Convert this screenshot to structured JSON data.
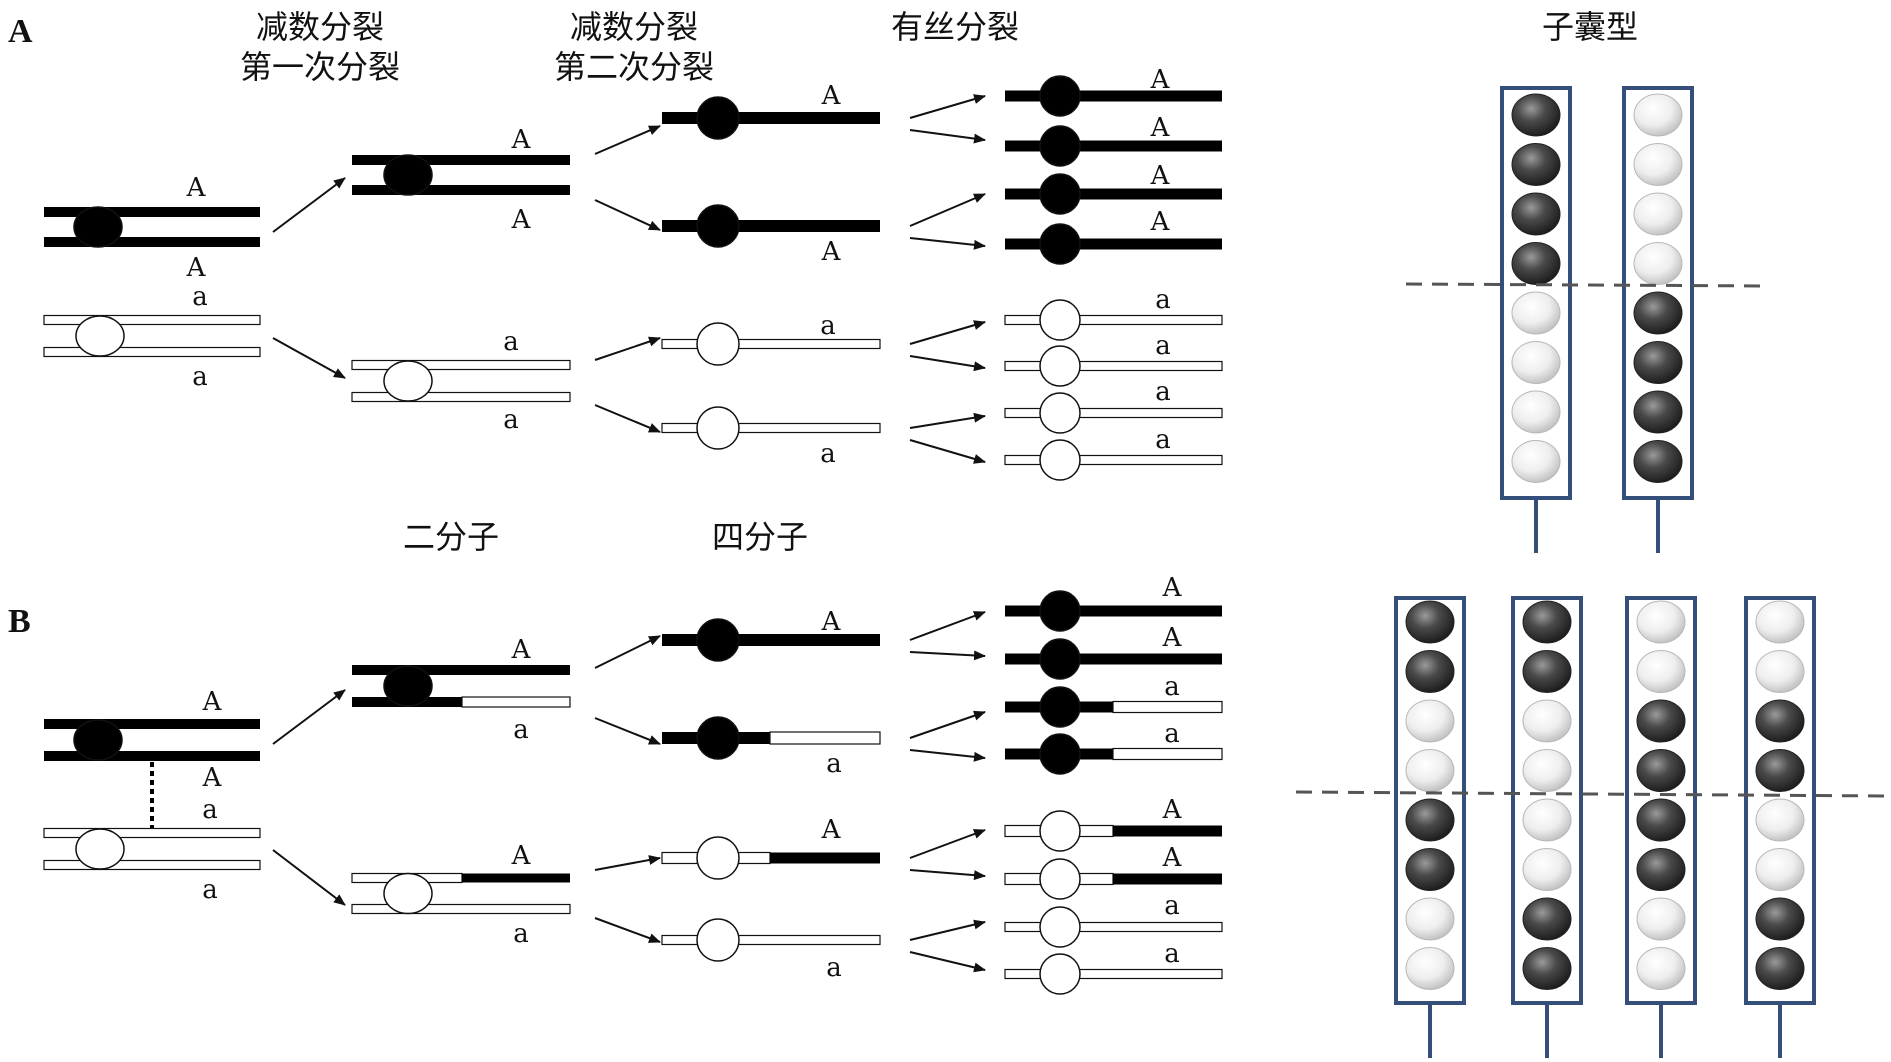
{
  "panels": {
    "a": "A",
    "b": "B"
  },
  "headers": {
    "meiosis1_line1": "减数分裂",
    "meiosis1_line2": "第一次分裂",
    "meiosis2_line1": "减数分裂",
    "meiosis2_line2": "第二次分裂",
    "mitosis": "有丝分裂",
    "ascus": "子囊型",
    "dyad": "二分子",
    "tetrad": "四分子"
  },
  "alleles": {
    "dominant": "A",
    "recessive": "a"
  },
  "colors": {
    "dark_spore": "#3d3d3d",
    "light_spore": "#f2f2f2",
    "ascus_border": "#34507a",
    "dashed": "#555555"
  },
  "ascus_a": [
    [
      "dark",
      "dark",
      "dark",
      "dark",
      "light",
      "light",
      "light",
      "light"
    ],
    [
      "light",
      "light",
      "light",
      "light",
      "dark",
      "dark",
      "dark",
      "dark"
    ]
  ],
  "ascus_b": [
    [
      "dark",
      "dark",
      "light",
      "light",
      "dark",
      "dark",
      "light",
      "light"
    ],
    [
      "dark",
      "dark",
      "light",
      "light",
      "light",
      "light",
      "dark",
      "dark"
    ],
    [
      "light",
      "light",
      "dark",
      "dark",
      "dark",
      "dark",
      "light",
      "light"
    ],
    [
      "light",
      "light",
      "dark",
      "dark",
      "light",
      "light",
      "dark",
      "dark"
    ]
  ]
}
